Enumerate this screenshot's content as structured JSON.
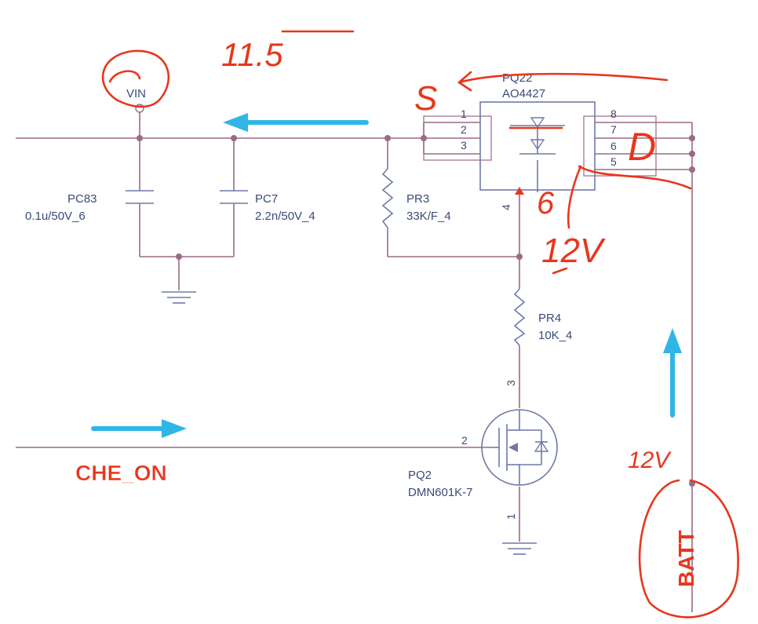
{
  "components": {
    "vin": {
      "label": "VIN"
    },
    "pc83": {
      "ref": "PC83",
      "value": "0.1u/50V_6"
    },
    "pc7": {
      "ref": "PC7",
      "value": "2.2n/50V_4"
    },
    "pr3": {
      "ref": "PR3",
      "value": "33K/F_4"
    },
    "pr4": {
      "ref": "PR4",
      "value": "10K_4"
    },
    "pq22": {
      "ref": "PQ22",
      "value": "AO4427",
      "pins": [
        "1",
        "2",
        "3",
        "4",
        "5",
        "6",
        "7",
        "8"
      ]
    },
    "pq2": {
      "ref": "PQ2",
      "value": "DMN601K-7",
      "pins": [
        "2",
        "3",
        "1"
      ]
    }
  },
  "nets": {
    "che_on": "CHE_ON",
    "batt": "BATT"
  },
  "handwriting": {
    "voltage_top": "11.5",
    "pin_s": "S",
    "pin_d": "D",
    "gate_voltage": "6",
    "gate_volt_label": "12V",
    "batt_voltage": "12V"
  },
  "colors": {
    "wire": "#9a6a86",
    "component": "#6f79a8",
    "annotation": "#e8361c",
    "arrow": "#2fb6e6",
    "label": "#3a4a7a"
  }
}
